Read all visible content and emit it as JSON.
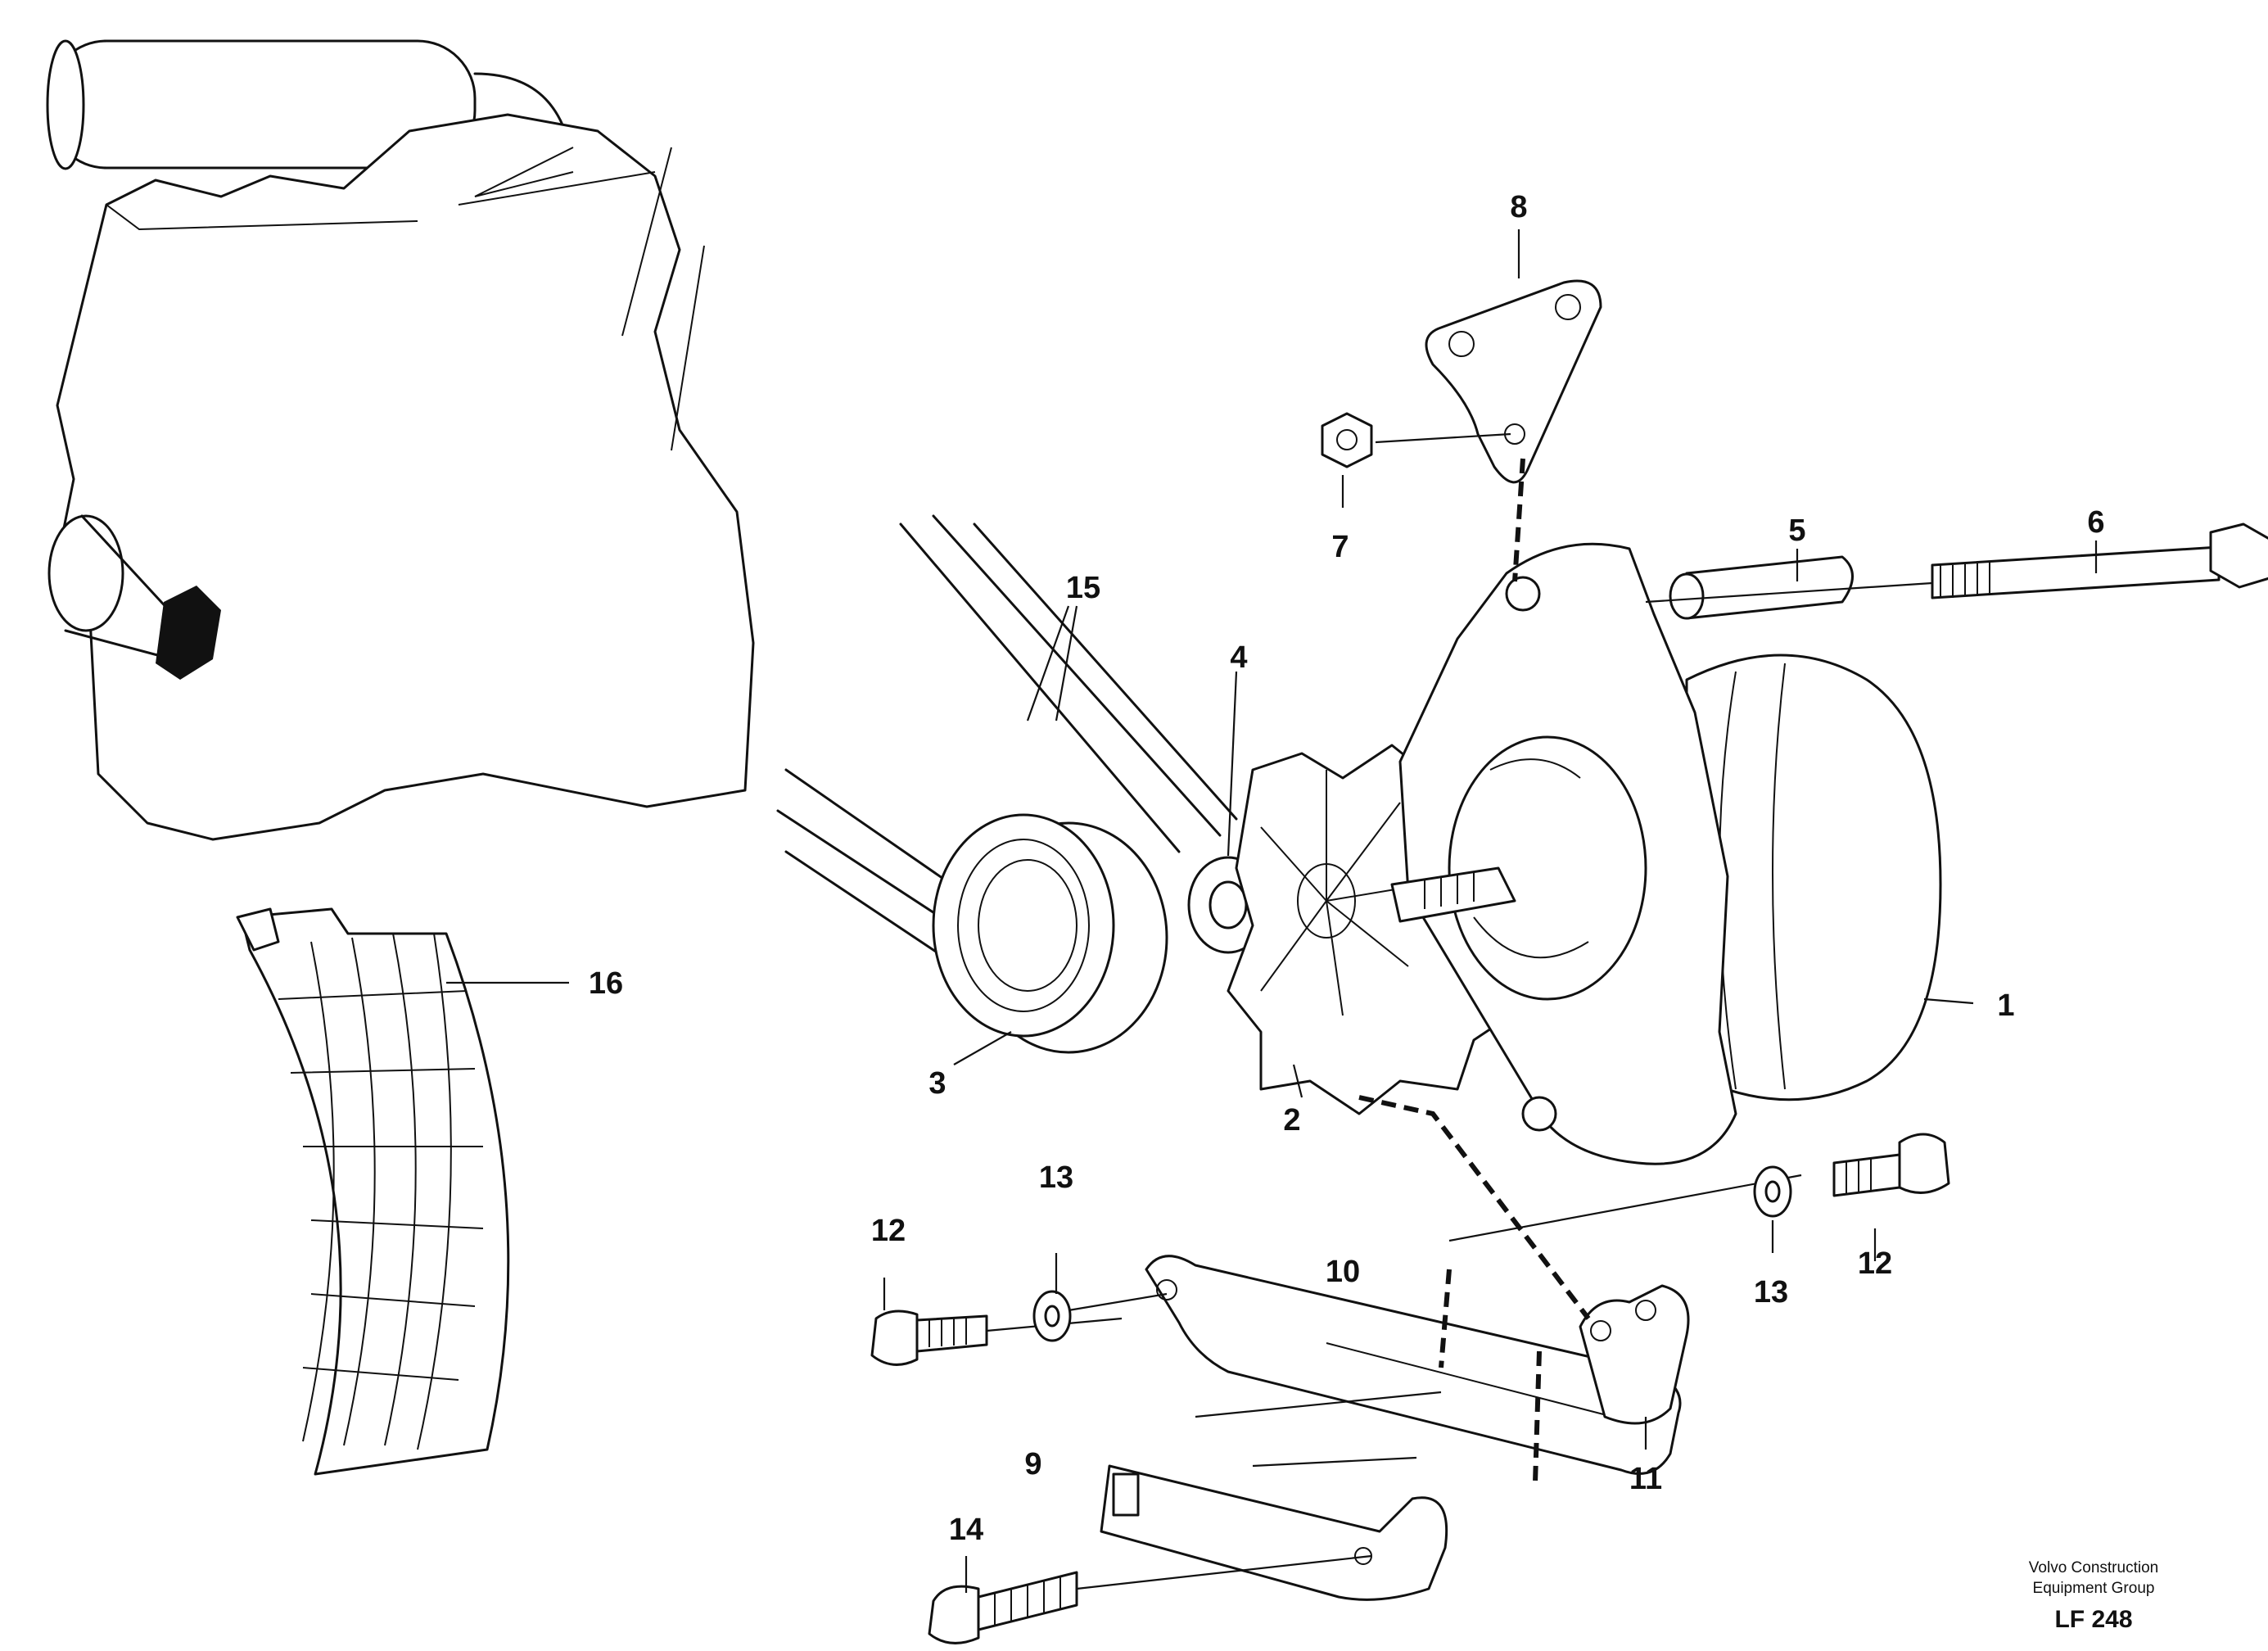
{
  "callouts": {
    "c1": "1",
    "c2": "2",
    "c3": "3",
    "c4": "4",
    "c5": "5",
    "c6": "6",
    "c7": "7",
    "c8": "8",
    "c9": "9",
    "c10": "10",
    "c11": "11",
    "c12a": "12",
    "c12b": "12",
    "c13a": "13",
    "c13b": "13",
    "c14": "14",
    "c15": "15",
    "c16": "16"
  },
  "footer": {
    "line1": "Volvo Construction",
    "line2": "Equipment Group",
    "code": "LF 248"
  }
}
